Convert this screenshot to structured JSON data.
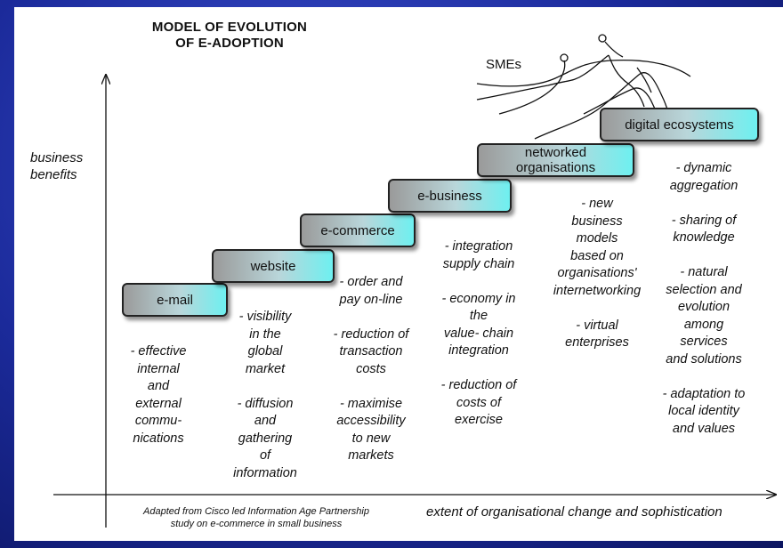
{
  "title": {
    "line1": "MODEL OF EVOLUTION",
    "line2": "OF  E-ADOPTION"
  },
  "y_axis_label": "business\nbenefits",
  "x_axis_label": "extent of organisational change and sophistication",
  "source_note": "Adapted from Cisco led Information Age Partnership\nstudy on e-commerce in small business",
  "smes_label": "SMEs",
  "steps": [
    {
      "label": "e-mail",
      "benefits": "- effective\ninternal\nand\nexternal\ncommu-\nnications"
    },
    {
      "label": "website",
      "benefits": "- visibility\nin the\nglobal\nmarket\n\n- diffusion\nand\ngathering\nof\ninformation"
    },
    {
      "label": "e-commerce",
      "benefits": "- order and\npay on-line\n\n- reduction of\ntransaction\ncosts\n\n- maximise\naccessibility\nto new\nmarkets"
    },
    {
      "label": "e-business",
      "benefits": "- integration\nsupply chain\n\n- economy in\nthe\nvalue- chain\nintegration\n\n- reduction of\ncosts of\nexercise"
    },
    {
      "label": "networked\norganisations",
      "benefits": "- new\nbusiness\nmodels\nbased on\norganisations'\ninternetworking\n\n- virtual\nenterprises"
    },
    {
      "label": "digital ecosystems",
      "benefits": "- dynamic\naggregation\n\n- sharing of\nknowledge\n\n- natural\nselection and\nevolution\namong\nservices\nand solutions\n\n- adaptation to\nlocal identity\nand values"
    }
  ]
}
